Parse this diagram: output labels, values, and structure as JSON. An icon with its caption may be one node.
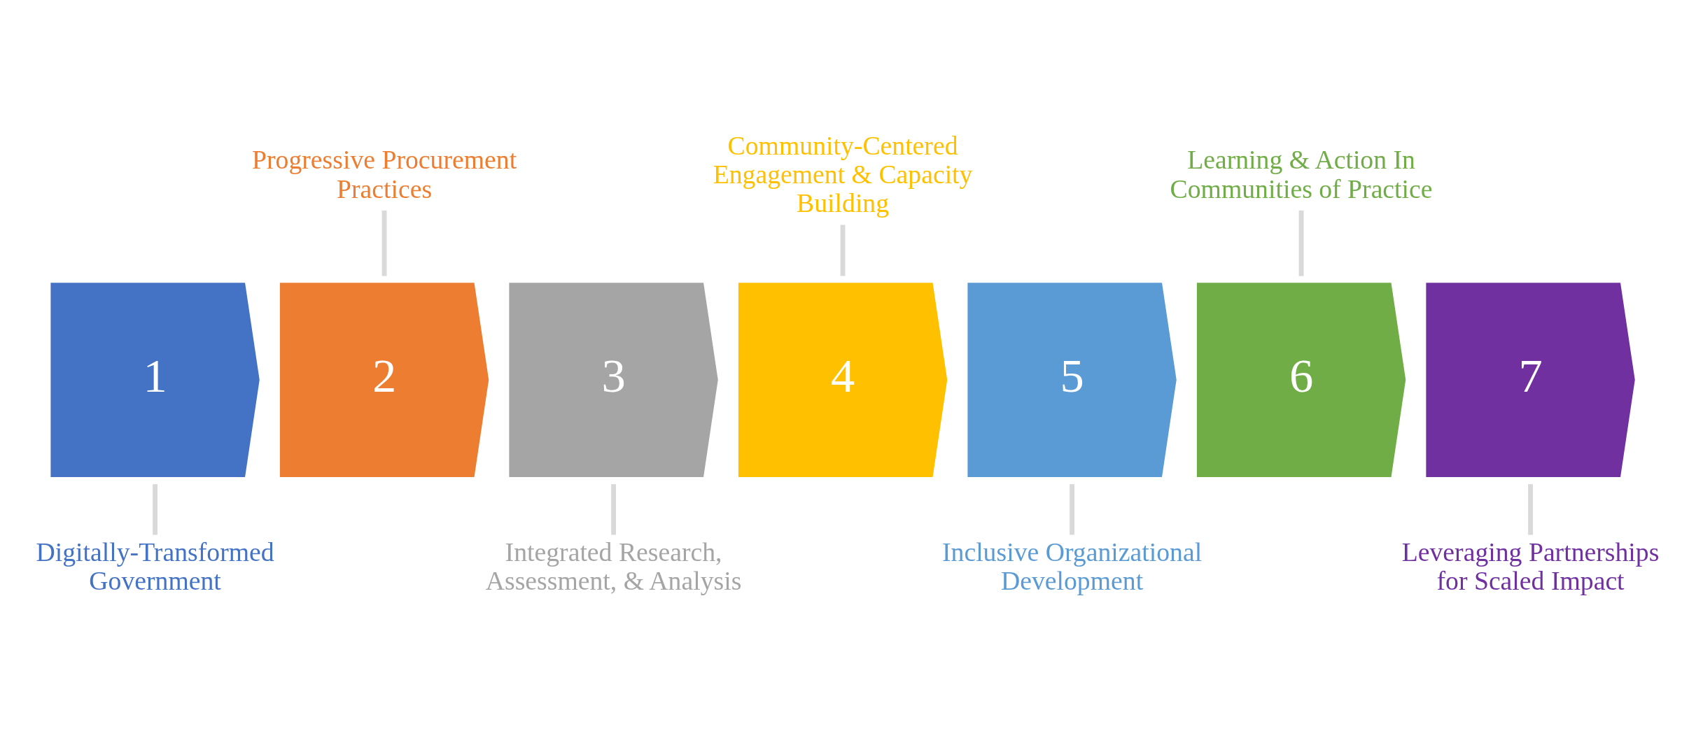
{
  "diagram": {
    "nodes": [
      {
        "text": [
          "1"
        ]
      },
      {
        "text": [
          "2"
        ]
      },
      {
        "text": [
          "3"
        ]
      },
      {
        "text": [
          "4"
        ]
      },
      {
        "text": [
          "5"
        ]
      },
      {
        "text": [
          "6"
        ]
      },
      {
        "text": [
          "7"
        ]
      },
      {
        "text": [
          "Progressive Procurement Practices"
        ]
      },
      {
        "text": [
          "Community-Centered Engagement & Capacity Building"
        ]
      },
      {
        "text": [
          "Learning & Action In Communities of Practice"
        ]
      },
      {
        "text": [
          "Digitally-Transformed Government"
        ]
      },
      {
        "text": [
          "Integrated Research, Assessment, & Analysis"
        ]
      },
      {
        "text": [
          "Inclusive Organizational Development"
        ]
      },
      {
        "text": [
          "Leveraging Partnerships for Scaled Impact"
        ]
      }
    ],
    "edges": [
      {
        "from": 10,
        "to": 0,
        "arrow": "none"
      },
      {
        "from": 7,
        "to": 1,
        "arrow": "none"
      },
      {
        "from": 11,
        "to": 2,
        "arrow": "none"
      },
      {
        "from": 8,
        "to": 3,
        "arrow": "none"
      },
      {
        "from": 12,
        "to": 4,
        "arrow": "none"
      },
      {
        "from": 9,
        "to": 5,
        "arrow": "none"
      },
      {
        "from": 13,
        "to": 6,
        "arrow": "none"
      }
    ]
  }
}
